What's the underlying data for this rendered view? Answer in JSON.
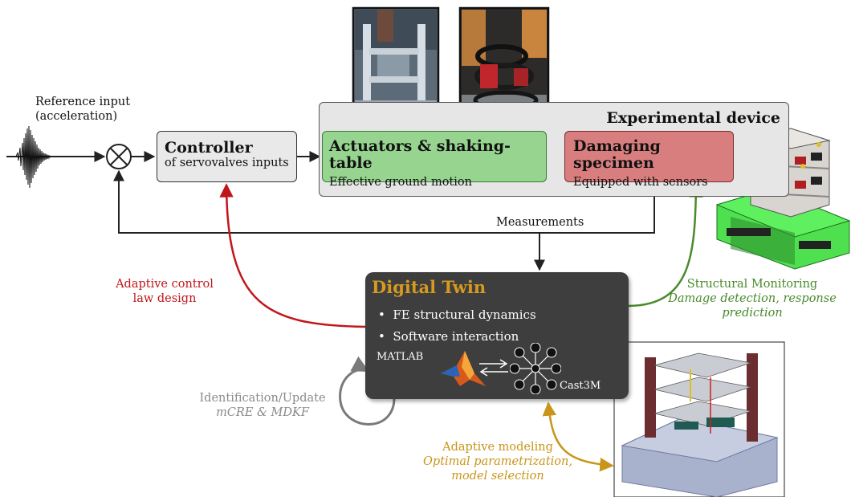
{
  "input": {
    "line1": "Reference input",
    "line2": "(acceleration)"
  },
  "controller": {
    "title": "Controller",
    "subtitle": "of servovalves inputs"
  },
  "actuators": {
    "title": "Actuators & shaking-table",
    "subtitle": "Effective ground motion"
  },
  "specimen": {
    "title": "Damaging specimen",
    "subtitle": "Equipped with sensors"
  },
  "experimental_device": {
    "title": "Experimental device"
  },
  "measurements": "Measurements",
  "digital_twin": {
    "title": "Digital Twin",
    "bullets": [
      "FE structural dynamics",
      "Software interaction"
    ],
    "matlab_label": "MATLAB",
    "cast3m_label": "Cast3M"
  },
  "adaptive_control": {
    "line1": "Adaptive control",
    "line2": "law design"
  },
  "structural_monitoring": {
    "line1": "Structural Monitoring",
    "line2": "Damage detection, response",
    "line3": "prediction"
  },
  "identification": {
    "line1": "Identification/Update",
    "line2": "mCRE & MDKF"
  },
  "adaptive_modeling": {
    "line1": "Adaptive modeling",
    "line2": "Optimal parametrization,",
    "line3": "model selection"
  },
  "colors": {
    "red": "#c0161b",
    "green": "#4a8a2c",
    "gray": "#7a7a7a",
    "gold": "#c9951a",
    "twin_bg": "#3e3e3e",
    "actuators_fill": "#96d48f",
    "specimen_fill": "#d97e7e"
  },
  "icons": {
    "summing": "summing-junction-icon",
    "matlab": "matlab-logo-icon",
    "cast3m": "cast3m-logo-icon",
    "exchange": "exchange-arrows-icon"
  }
}
